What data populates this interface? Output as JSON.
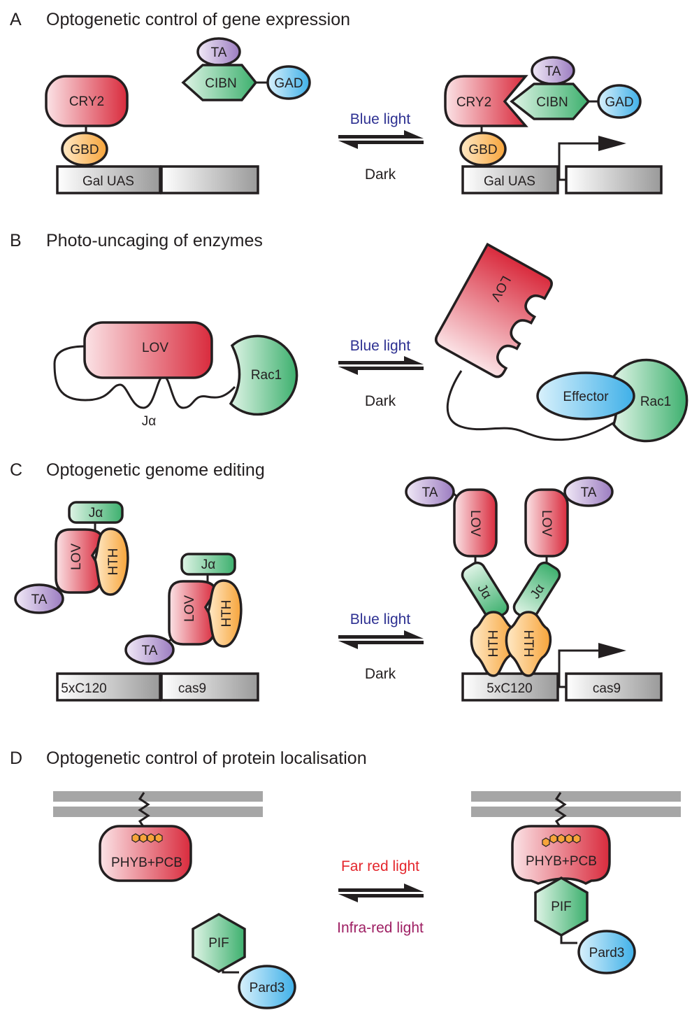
{
  "panels": {
    "a": {
      "letter": "A",
      "title": "Optogenetic control of gene expression",
      "forward_condition": "Blue light",
      "reverse_condition": "Dark",
      "labels": {
        "cry2": "CRY2",
        "gbd": "GBD",
        "ta": "TA",
        "cibn": "CIBN",
        "gad": "GAD",
        "gal_uas": "Gal UAS"
      }
    },
    "b": {
      "letter": "B",
      "title": "Photo-uncaging of enzymes",
      "forward_condition": "Blue light",
      "reverse_condition": "Dark",
      "labels": {
        "lov": "LOV",
        "rac1": "Rac1",
        "jalpha": "Jα",
        "effector": "Effector"
      }
    },
    "c": {
      "letter": "C",
      "title": "Optogenetic genome editing",
      "forward_condition": "Blue light",
      "reverse_condition": "Dark",
      "labels": {
        "jalpha": "Jα",
        "lov": "LOV",
        "hth": "HTH",
        "ta": "TA",
        "promoter": "5xC120",
        "gene": "cas9"
      }
    },
    "d": {
      "letter": "D",
      "title": "Optogenetic control of protein localisation",
      "forward_condition": "Far red light",
      "reverse_condition": "Infra-red light",
      "labels": {
        "phyb": "PHYB+PCB",
        "pif": "PIF",
        "pard3": "Pard3"
      }
    }
  },
  "colors": {
    "red_domain": "#d92b3d",
    "orange_domain": "#f7a43a",
    "purple_domain": "#9b7cc0",
    "green_domain": "#3db06e",
    "blue_domain": "#3fb0e8",
    "dna_box": "#9a9a9a",
    "membrane": "#a6a6a6",
    "blue_light_text": "#2e3192",
    "far_red_text": "#e4262c",
    "infra_red_text": "#9e1f63"
  }
}
